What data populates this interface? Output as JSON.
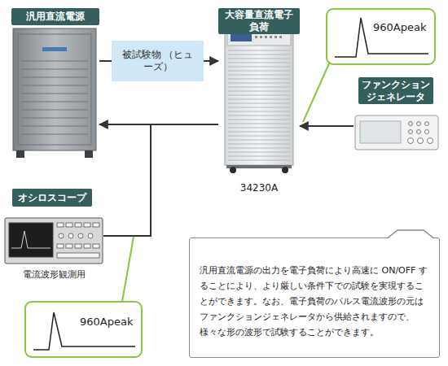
{
  "diagram": {
    "nodes": [
      {
        "text": [
          "汎用直流電源"
        ]
      },
      {
        "text": [
          "被試験物 （ヒューズ）"
        ]
      },
      {
        "text": [
          "大容量直流電子負荷",
          "34230A"
        ]
      },
      {
        "text": [
          "ファンクション ジェネレータ"
        ]
      },
      {
        "text": [
          "オシロスコープ",
          "電流波形観測用"
        ]
      },
      {
        "text": [
          "960Apeak"
        ]
      },
      {
        "text": [
          "960Apeak"
        ]
      },
      {
        "text": [
          "汎用直流電源の出力を電子負荷により高速に ON/OFF することにより、より厳しい条件下での試験を実現することができます。なお、電子負荷のパルス電流波形の元はファンクションジェネレータから供給されますので、様々な形の波形で試験することができます。"
        ]
      }
    ],
    "edges": [
      {
        "from": 0,
        "to": 1,
        "arrow": "none"
      },
      {
        "from": 1,
        "to": 2,
        "arrow": "to"
      },
      {
        "from": 3,
        "to": 2,
        "arrow": "to"
      },
      {
        "from": 2,
        "to": 0,
        "arrow": "to"
      },
      {
        "from": 2,
        "to": 4,
        "arrow": "none"
      }
    ]
  }
}
